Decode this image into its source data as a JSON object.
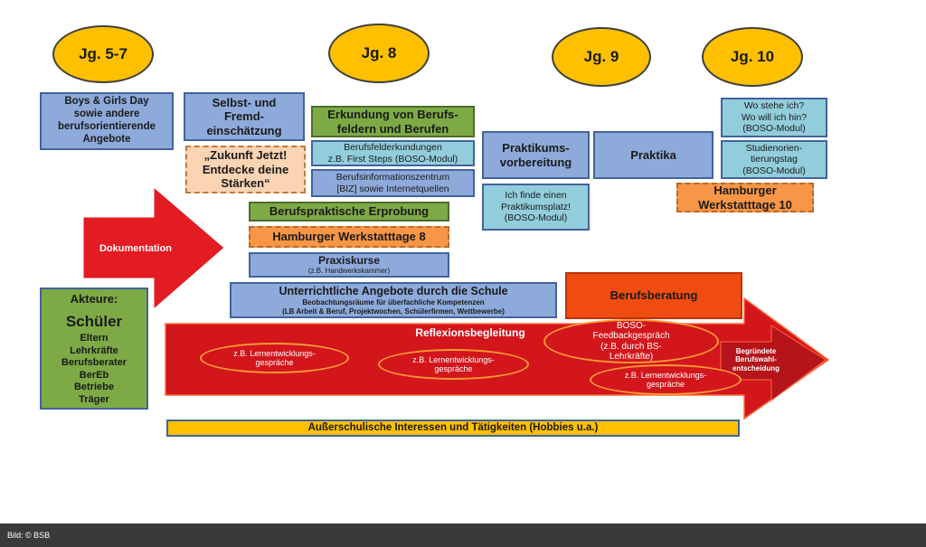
{
  "grades": {
    "g57": "Jg. 5-7",
    "g8": "Jg. 8",
    "g9": "Jg. 9",
    "g10": "Jg. 10"
  },
  "boxes": {
    "boys_girls": "Boys & Girls Day\nsowie andere\nberufsorientierende\nAngebote",
    "selbst": "Selbst- und\nFremd-\neinschätzung",
    "zukunft": "„Zukunft Jetzt!\nEntdecke deine\nStärken“",
    "erkundung": "Erkundung von Berufs-\nfeldern und Berufen",
    "berufsfeld_title": "Berufsfelderkundungen",
    "berufsfeld_sub": "z.B. First Steps (BOSO-Modul)",
    "biz": "Berufsinformationszentrum\n[BIZ] sowie Internetquellen",
    "praktikumsvorbereitung": "Praktikums-\nvorbereitung",
    "praktika": "Praktika",
    "praktikumsplatz": "Ich finde einen\nPraktikumsplatz!\n(BOSO-Modul)",
    "wo_stehe": "Wo stehe ich?\nWo will ich hin?\n(BOSO-Modul)",
    "studienorientierung": "Studienorien-\ntierungstag\n(BOSO-Modul)",
    "werkstatt10": "Hamburger\nWerkstatttage 10",
    "erprobung": "Berufspraktische Erprobung",
    "werkstatt8": "Hamburger Werkstatttage 8",
    "praxis_title": "Praxiskurse",
    "praxis_sub": "(z.B. Handwerkskammer)",
    "unterricht_title": "Unterrichtliche Angebote durch die Schule",
    "unterricht_sub1": "Beobachtungsräume für überfachliche Kompetenzen",
    "unterricht_sub2": "(LB Arbeit & Beruf, Projektwochen, Schülerfirmen, Wettbewerbe)",
    "berufsberatung": "Berufsberatung",
    "ausserschulisch": "Außerschulische Interessen und Tätigkeiten (Hobbies u.a.)"
  },
  "dokumentation": "Dokumentation",
  "akteure": {
    "title": "Akteure:",
    "main": "Schüler",
    "list": [
      "Eltern",
      "Lehrkräfte",
      "Berufsberater",
      "BerEb",
      "Betriebe",
      "Träger"
    ]
  },
  "reflexion": {
    "title": "Reflexionsbegleitung",
    "lern1": "z.B. Lernentwicklungs-\ngespräche",
    "lern2": "z.B. Lernentwicklungs-\ngespräche",
    "lern3": "z.B. Lernentwicklungs-\ngespräche",
    "boso": "BOSO-\nFeedbackgespräch\n(z.B. durch BS-\nLehrkräfte)",
    "entscheidung": "Begründete\nBerufswahl-\nentscheidung"
  },
  "footer": "Bild: © BSB",
  "colors": {
    "grade_oval": "#ffc000",
    "arrow_red": "#d2161c",
    "arrow_outline": "#e2262b",
    "dark_red": "#b4141a",
    "orange_red": "#f04b10"
  }
}
